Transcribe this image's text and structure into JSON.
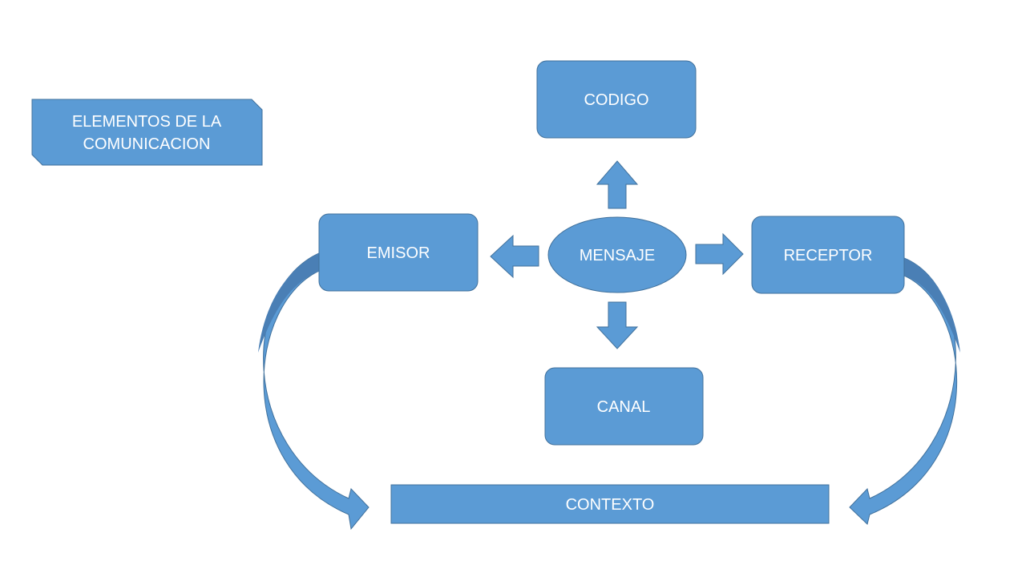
{
  "colors": {
    "fill": "#5b9bd5",
    "stroke": "#41719c",
    "curve_dark": "#4a7fb5",
    "text": "#ffffff",
    "background": "#ffffff"
  },
  "title": {
    "line1": "ELEMENTOS DE LA",
    "line2": "COMUNICACION"
  },
  "nodes": {
    "codigo": "CODIGO",
    "emisor": "EMISOR",
    "mensaje": "MENSAJE",
    "receptor": "RECEPTOR",
    "canal": "CANAL",
    "contexto": "CONTEXTO"
  },
  "connectors": [
    {
      "from": "mensaje",
      "to": "codigo",
      "shape": "block-arrow-up"
    },
    {
      "from": "mensaje",
      "to": "emisor",
      "shape": "block-arrow-left"
    },
    {
      "from": "mensaje",
      "to": "receptor",
      "shape": "block-arrow-right"
    },
    {
      "from": "mensaje",
      "to": "canal",
      "shape": "block-arrow-down"
    },
    {
      "from": "emisor",
      "to": "contexto",
      "shape": "curved-arrow"
    },
    {
      "from": "receptor",
      "to": "contexto",
      "shape": "curved-arrow"
    }
  ]
}
